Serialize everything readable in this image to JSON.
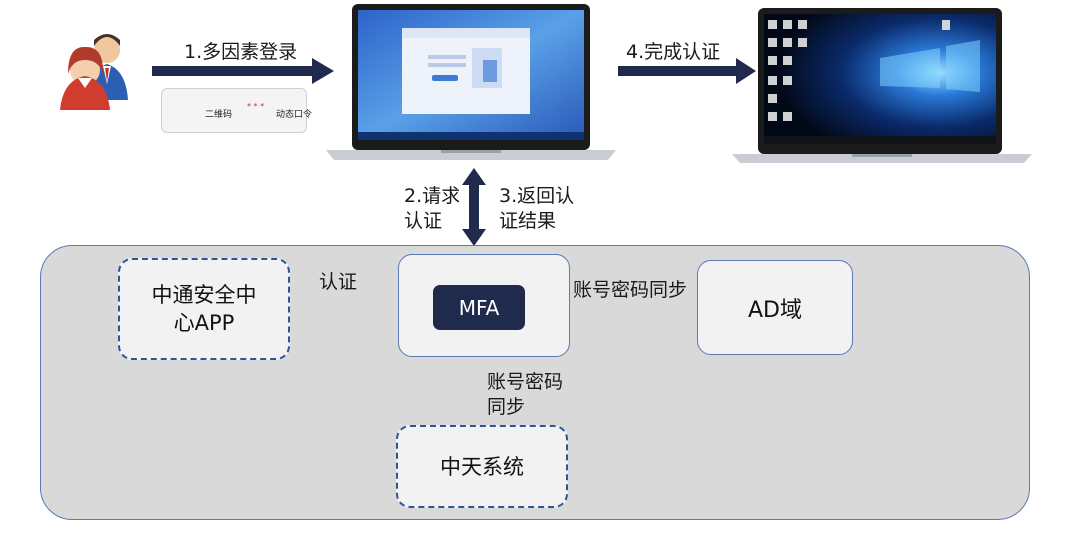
{
  "steps": {
    "step1": "1.多因素登录",
    "step4": "4.完成认证",
    "step2_line1": "2.请求",
    "step2_line2": "认证",
    "step3_line1": "3.返回认",
    "step3_line2": "证结果"
  },
  "auth_methods": {
    "qrcode": "二维码",
    "dynamic_pin": "动态口令",
    "pin_stars": "* * *"
  },
  "nodes": {
    "app_line1": "中通安全中",
    "app_line2": "心APP",
    "mfa": "MFA",
    "ad": "AD域",
    "zhongtian": "中天系统"
  },
  "edges": {
    "app_mfa": "认证",
    "mfa_ad": "账号密码同步",
    "zt_mfa_line1": "账号密码",
    "zt_mfa_line2": "同步"
  },
  "colors": {
    "arrow": "#1f2a4d",
    "panel": "#d9d9d9",
    "border": "#5b79b3",
    "qr_red": "#c0392b"
  }
}
